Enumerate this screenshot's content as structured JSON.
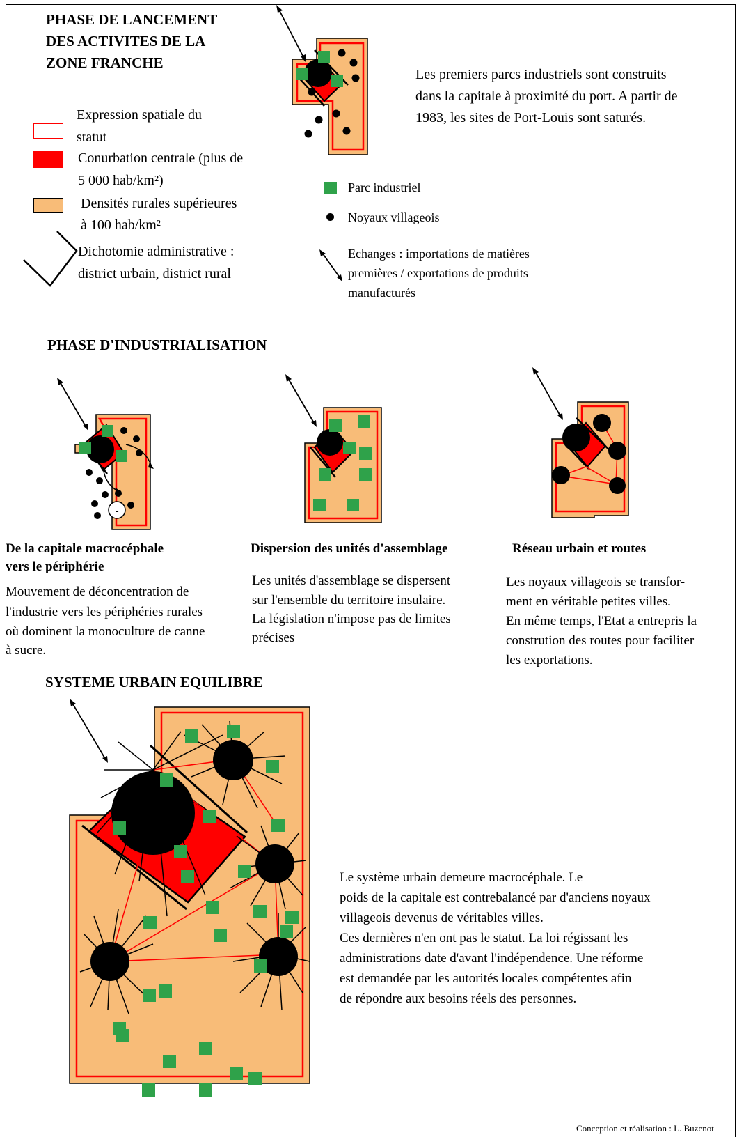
{
  "colors": {
    "rural": "#f8bc78",
    "central": "#ff0000",
    "park": "#2fa24a",
    "village": "#000000"
  },
  "phase1": {
    "title_lines": [
      "PHASE DE LANCEMENT",
      "DES ACTIVITES DE LA",
      "ZONE FRANCHE"
    ],
    "description_lines": [
      "Les premiers parcs industriels sont construits",
      "dans la capitale à proximité du port. A partir de",
      "1983, les sites de Port-Louis sont saturés."
    ]
  },
  "legend_left": [
    {
      "icon": "status-outline-swatch",
      "lines": [
        "Expression spatiale du",
        "statut"
      ]
    },
    {
      "icon": "central-conurbation-swatch",
      "lines": [
        "Conurbation centrale (plus de",
        "5 000 hab/km²)"
      ]
    },
    {
      "icon": "rural-density-swatch",
      "lines": [
        "Densités rurales supérieures",
        "à 100 hab/km²"
      ]
    },
    {
      "icon": "administrative-dichotomy-icon",
      "lines": [
        "Dichotomie administrative :",
        "district urbain, district rural"
      ]
    }
  ],
  "legend_right": [
    {
      "icon": "industrial-park-square",
      "lines": [
        "Parc industriel"
      ]
    },
    {
      "icon": "village-nucleus-dot",
      "lines": [
        "Noyaux villageois"
      ]
    },
    {
      "icon": "exchange-arrow-icon",
      "lines": [
        "Echanges : importations de matières",
        "premières / exportations de produits",
        "manufacturés"
      ]
    }
  ],
  "phase2": {
    "title": "PHASE D'INDUSTRIALISATION",
    "panels": [
      {
        "heading_lines": [
          "De la capitale macrocéphale",
          "vers le périphérie"
        ],
        "text_lines": [
          "Mouvement de déconcentration de",
          "l'industrie vers les périphéries rurales",
          "où dominent la monoculture de canne",
          "à sucre."
        ],
        "minus_label": "-"
      },
      {
        "heading_lines": [
          "Dispersion des unités d'assemblage"
        ],
        "text_lines": [
          "Les unités d'assemblage se dispersent",
          "sur l'ensemble du territoire insulaire.",
          "La législation n'impose pas de limites",
          "précises"
        ]
      },
      {
        "heading_lines": [
          "Réseau urbain et routes"
        ],
        "text_lines": [
          "Les noyaux villageois se transfor-",
          "ment en véritable petites villes.",
          "En même temps, l'Etat a entrepris la",
          "constrution des routes pour faciliter",
          "les exportations."
        ]
      }
    ]
  },
  "phase3": {
    "title": "SYSTEME URBAIN EQUILIBRE",
    "text_lines": [
      "Le système urbain demeure macrocéphale. Le",
      "poids de la capitale est contrebalancé par d'anciens noyaux",
      "villageois devenus de véritables villes.",
      "Ces dernières n'en ont pas le statut. La loi régissant les",
      "administrations date d'avant l'indépendence. Une réforme",
      "est demandée par les autorités locales compétentes afin",
      "de répondre aux besoins réels des personnes."
    ]
  },
  "credit": "Conception et réalisation : L. Buzenot"
}
